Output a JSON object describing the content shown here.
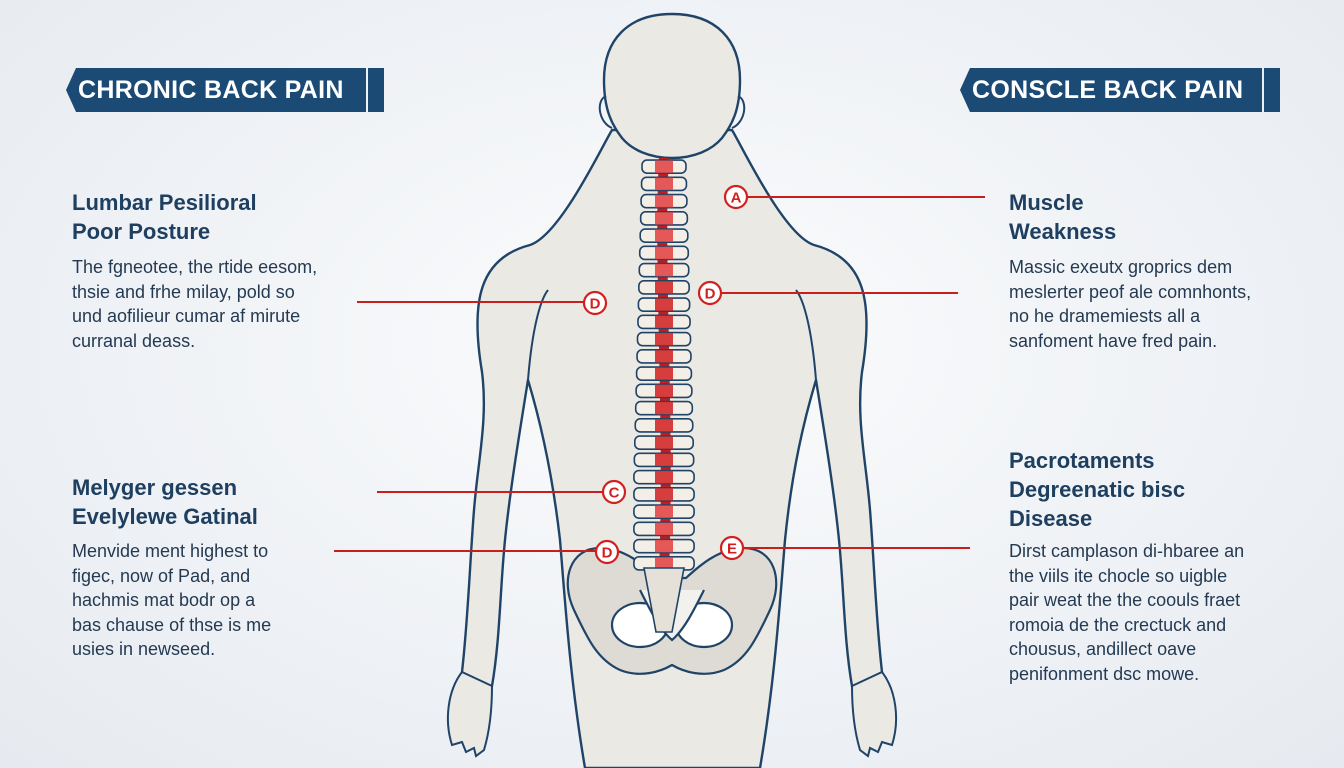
{
  "banners": {
    "left": "CHRONIC BACK PAIN",
    "right": "CONSCLE BACK PAIN"
  },
  "sections": {
    "left_top": {
      "heading": [
        "Lumbar Pesilioral",
        "Poor Posture"
      ],
      "body": [
        "The fgneotee, the rtide eesom,",
        "thsie and frhe milay, pold so",
        "und aofilieur cumar af mirute",
        "curranal deass."
      ]
    },
    "left_bottom": {
      "heading": [
        "Melyger gessen",
        "Evelylewe Gatinal"
      ],
      "body": [
        "Menvide ment highest to",
        "figec, now of Pad, and",
        "hachmis mat bodr op a",
        "bas chause of thse is me",
        "usies in newseed."
      ]
    },
    "right_top": {
      "heading": [
        "Muscle",
        "Weakness"
      ],
      "body": [
        "Massic exeutx groprics dem",
        "meslerter peof ale comnhonts,",
        "no he dramemiests all a",
        "sanfoment have fred pain."
      ]
    },
    "right_bottom": {
      "heading": [
        "Pacrotaments",
        "Degreenatic bisc",
        "Disease"
      ],
      "body": [
        "Dirst camplason di-hbaree an",
        "the viils ite chocle so uigble",
        "pair weat the the coouls fraet",
        "romoia de the crectuck and",
        "chousus, andillect oave",
        "penifonment dsc mowe."
      ]
    }
  },
  "markers": {
    "a": "A",
    "d_left": "D",
    "d_right": "D",
    "c": "C",
    "d_low": "D",
    "e": "E"
  },
  "colors": {
    "banner": "#1b4a75",
    "heading": "#1e3f60",
    "accent_red": "#d21f1f",
    "body_fill": "#ebe9e4",
    "outline": "#1f4468"
  }
}
